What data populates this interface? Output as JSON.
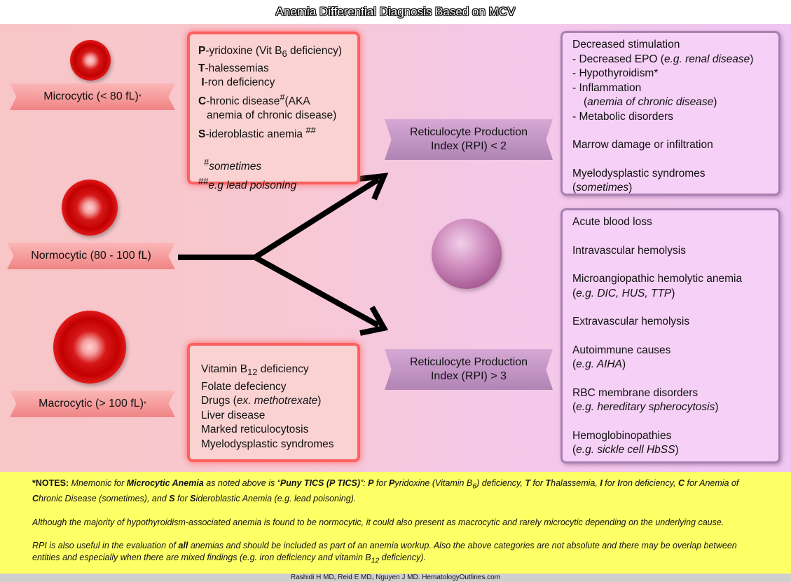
{
  "title": "Anemia Differential Diagnosis Based on MCV",
  "categories": {
    "micro": {
      "label": "Microcytic (< 80 fL)",
      "mark": "*"
    },
    "normo": {
      "label": "Normocytic (80 - 100 fL)"
    },
    "macro": {
      "label": "Macrocytic (> 100 fL)",
      "mark": "*"
    }
  },
  "microcytic_box": {
    "p_bold": "P",
    "p_text1": "-yridoxine (Vit B",
    "p_sub": "6",
    "p_text2": " deficiency)",
    "t_bold": "T",
    "t_text": "-halessemias",
    "i_bold": "I",
    "i_text": "-ron deficiency",
    "c_bold": "C",
    "c_text": "-hronic disease",
    "c_sup": "#",
    "c_text2": "(AKA",
    "c_line2": "anemia of chronic disease)",
    "s_bold": "S",
    "s_text": "-ideroblastic anemia ",
    "s_sup": "##",
    "note1_sup": "#",
    "note1": "sometimes",
    "note2_sup": "##",
    "note2": "e.g lead poisoning"
  },
  "macrocytic_box": {
    "item1_a": "Vitamin B",
    "item1_sub": "12",
    "item1_b": " deficiency",
    "item2": "Folate defeciency",
    "item3_a": "Drugs (",
    "item3_i": "ex. methotrexate",
    "item3_b": ")",
    "item4": "Liver disease",
    "item5": "Marked reticulocytosis",
    "item6": "Myelodysplastic syndromes"
  },
  "rpi": {
    "low_line1": "Reticulocyte Production",
    "low_line2": "Index (RPI) < 2",
    "high_line1": "Reticulocyte Production",
    "high_line2": "Index (RPI) > 3"
  },
  "low_box": {
    "l1": "Decreased stimulation",
    "l2_a": " - Decreased EPO (",
    "l2_i": "e.g. renal disease",
    "l2_b": ")",
    "l3": " - Hypothyroidism*",
    "l4": " - Inflammation",
    "l5_a": "(",
    "l5_i": "anemia of chronic disease",
    "l5_b": ")",
    "l6": " - Metabolic disorders",
    "l7": "Marrow damage or infiltration",
    "l8": "Myelodysplastic syndromes",
    "l9_a": "(",
    "l9_i": "sometimes",
    "l9_b": ")"
  },
  "high_box": {
    "h1": "Acute blood loss",
    "h2": "Intravascular hemolysis",
    "h3": "Microangiopathic hemolytic anemia",
    "h4_a": "(",
    "h4_i": "e.g. DIC, HUS, TTP",
    "h4_b": ")",
    "h5": "Extravascular hemolysis",
    "h6": "Autoimmune causes",
    "h7_a": "(",
    "h7_i": "e.g. AIHA",
    "h7_b": ")",
    "h8": "RBC membrane disorders",
    "h9_a": "(",
    "h9_i": "e.g. hereditary spherocytosis",
    "h9_b": ")",
    "h10": "Hemoglobinopathies",
    "h11_a": "(",
    "h11_i": "e.g. sickle cell HbSS",
    "h11_b": ")"
  },
  "notes": {
    "n_head": "*NOTES:",
    "n1": " Mnemonic for ",
    "n2": "Microcytic Anemia",
    "n3": " as noted above is “",
    "n4": "Puny TICS (P TICS)",
    "n5": "”: ",
    "n6": "P",
    "n7": " for ",
    "n8": "P",
    "n9": "yridoxine (Vitamin B",
    "n9_sub": "6",
    "n10": ") deficiency, ",
    "n11": "T",
    "n12": " for ",
    "n13": "T",
    "n14": "halassemia, ",
    "n15": "I",
    "n16": " for ",
    "n17": "I",
    "n18": "ron deficiency,",
    "n19": "C",
    "n20": " for Anemia of ",
    "n21": "C",
    "n22": "hronic Disease (sometimes), and ",
    "n23": "S",
    "n24": " for ",
    "n25": "S",
    "n26": "ideroblastic Anemia (e.g. lead poisoning).",
    "para2": "Although the majority of hypothyroidism-associated anemia is found to be normocytic, it could also present as macrocytic and rarely microcytic depending on the underlying cause.",
    "p3_a": "RPI is also useful in the evaluation of ",
    "p3_b": "all",
    "p3_c": " anemias and should be included as part of an anemia workup.  Also the above categories are not absolute and there may be overlap between entities and especially when there are mixed findings (e.g. iron deficiency and vitamin B",
    "p3_sub": "12",
    "p3_d": " deficiency)."
  },
  "footer": "Rashidi H MD, Reid E MD, Nguyen J MD. HematologyOutlines.com"
}
